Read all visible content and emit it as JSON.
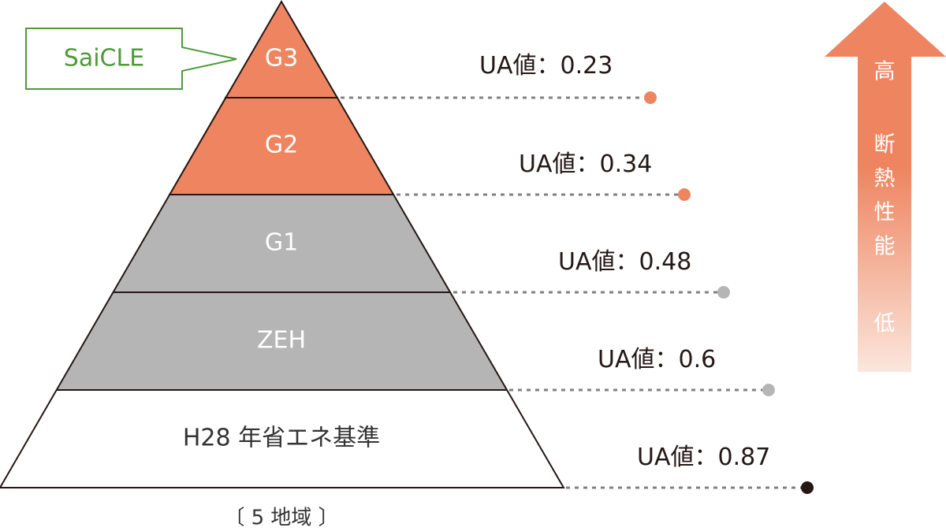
{
  "callout": {
    "label": "SaiCLE"
  },
  "tiers": [
    {
      "label": "G3",
      "ua": "UA値：0.23",
      "fill": "#ee8560",
      "dot": "#ee8560"
    },
    {
      "label": "G2",
      "ua": "UA値：0.34",
      "fill": "#ee8560",
      "dot": "#ee8560"
    },
    {
      "label": "G1",
      "ua": "UA値：0.48",
      "fill": "#b5b5b5",
      "dot": "#b5b5b5"
    },
    {
      "label": "ZEH",
      "ua": "UA値：0.6",
      "fill": "#b5b5b5",
      "dot": "#b5b5b5"
    },
    {
      "label": "H28 年省エネ基準",
      "ua": "UA値：0.87",
      "fill": "#ffffff",
      "dot": "#231815"
    }
  ],
  "arrow": {
    "high": "高",
    "title": [
      "断",
      "熱",
      "性",
      "能"
    ],
    "low": "低",
    "color": "#ee8560"
  },
  "region_note": "〔 5 地域 〕"
}
